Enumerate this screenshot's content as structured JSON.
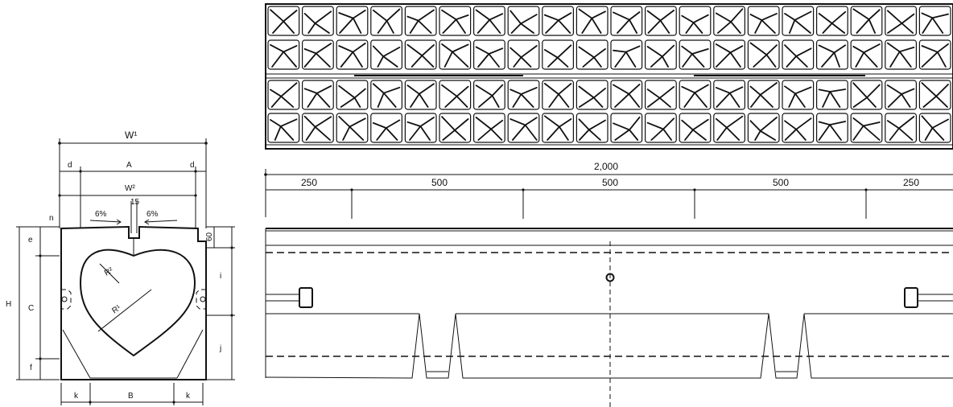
{
  "cross_section": {
    "dims": {
      "w1": "W¹",
      "a": "A",
      "d_left": "d",
      "d_right": "d",
      "w2": "W²",
      "slot": "15",
      "slope_left": "6%",
      "slope_right": "6%",
      "n": "n",
      "e": "e",
      "c": "C",
      "f": "f",
      "h": "H",
      "sixty": "60",
      "i": "i",
      "j": "j",
      "k_left": "k",
      "b": "B",
      "k_right": "k",
      "r1": "R¹",
      "r2": "R²"
    }
  },
  "side_view": {
    "total_length": "2,000",
    "segments": [
      "250",
      "500",
      "500",
      "500",
      "250"
    ]
  }
}
